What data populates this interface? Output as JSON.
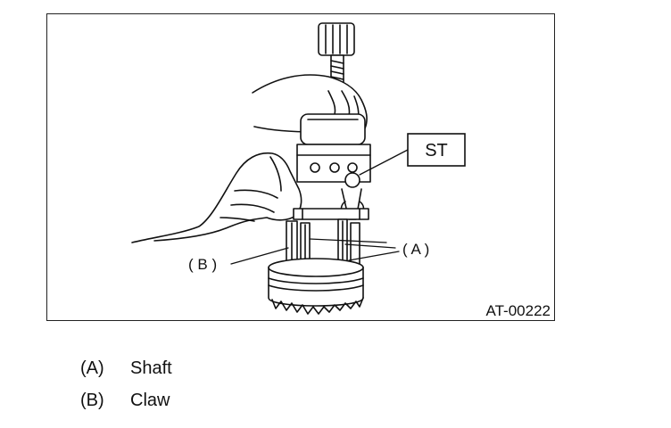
{
  "figure": {
    "special_tool_label": "ST",
    "figure_code": "AT-00222",
    "callout_a": "( A )",
    "callout_b": "( B )"
  },
  "legend": [
    {
      "key": "(A)",
      "text": "Shaft"
    },
    {
      "key": "(B)",
      "text": "Claw"
    }
  ]
}
